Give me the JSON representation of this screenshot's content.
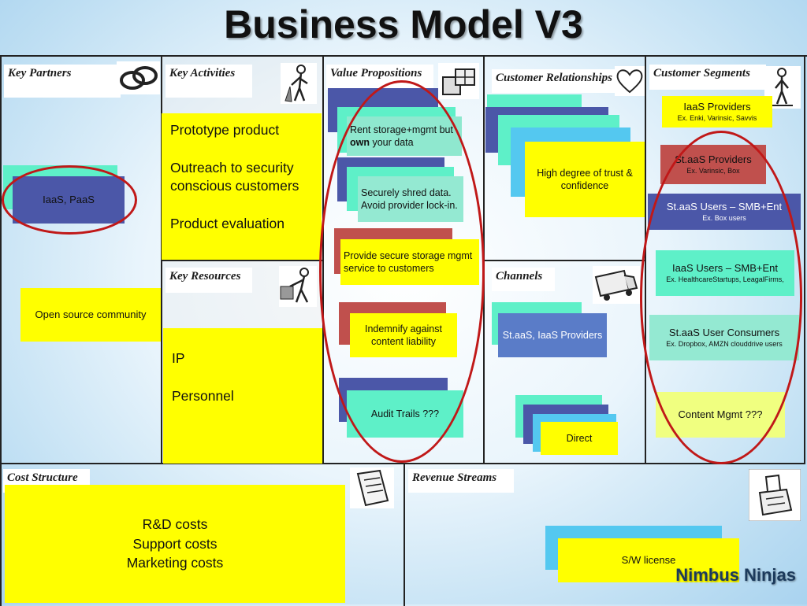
{
  "title": "Business Model V3",
  "brand": "Nimbus Ninjas",
  "sections": {
    "key_partners": "Key Partners",
    "key_activities": "Key Activities",
    "value_propositions": "Value Propositions",
    "customer_relationships": "Customer Relationships",
    "customer_segments": "Customer Segments",
    "key_resources": "Key Resources",
    "channels": "Channels",
    "cost_structure": "Cost Structure",
    "revenue_streams": "Revenue Streams"
  },
  "key_partners": {
    "iaas_paas": "IaaS, PaaS",
    "open_source": "Open source community"
  },
  "key_activities": {
    "item1": "Prototype product",
    "item2": "Outreach to security conscious customers",
    "item3": "Product evaluation"
  },
  "key_resources": {
    "item1": "IP",
    "item2": "Personnel"
  },
  "value_propositions": {
    "vp1_pre": "Rent storage+mgmt but ",
    "vp1_bold": "own",
    "vp1_post": " your data",
    "vp2": "Securely shred data. Avoid provider lock-in.",
    "vp3": "Provide secure storage mgmt service to customers",
    "vp4": "Indemnify against content liability",
    "vp5": "Audit Trails ???"
  },
  "customer_relationships": {
    "item1": "High degree of trust & confidence"
  },
  "channels": {
    "item1": "St.aaS, IaaS Providers",
    "item2": "Direct"
  },
  "customer_segments": {
    "seg1_title": "IaaS Providers",
    "seg1_sub": "Ex. Enki, Varinsic, Savvis",
    "seg2_title": "St.aaS Providers",
    "seg2_sub": "Ex. Varinsic, Box",
    "seg3_title": "St.aaS Users – SMB+Ent",
    "seg3_sub": "Ex. Box users",
    "seg4_title": "IaaS Users – SMB+Ent",
    "seg4_sub": "Ex. HealthcareStartups, LeagalFirms,",
    "seg5_title": "St.aaS User Consumers",
    "seg5_sub": "Ex. Dropbox, AMZN clouddrive users",
    "seg6_title": "Content Mgmt ???"
  },
  "cost_structure": {
    "line1": "R&D costs",
    "line2": "Support costs",
    "line3": "Marketing costs"
  },
  "revenue_streams": {
    "item1": "S/W license"
  },
  "icons": {
    "key_partners": "linked-rings-icon",
    "key_activities": "worker-mopping-icon",
    "value_propositions": "gift-boxes-icon",
    "customer_relationships": "heart-icon",
    "customer_segments": "person-icon",
    "key_resources": "worker-pushing-icon",
    "channels": "delivery-truck-icon",
    "cost_structure": "price-tag-icon",
    "revenue_streams": "cash-register-icon"
  },
  "colors": {
    "highlight_oval": "#c01818",
    "yellow_note": "#ffff00"
  }
}
